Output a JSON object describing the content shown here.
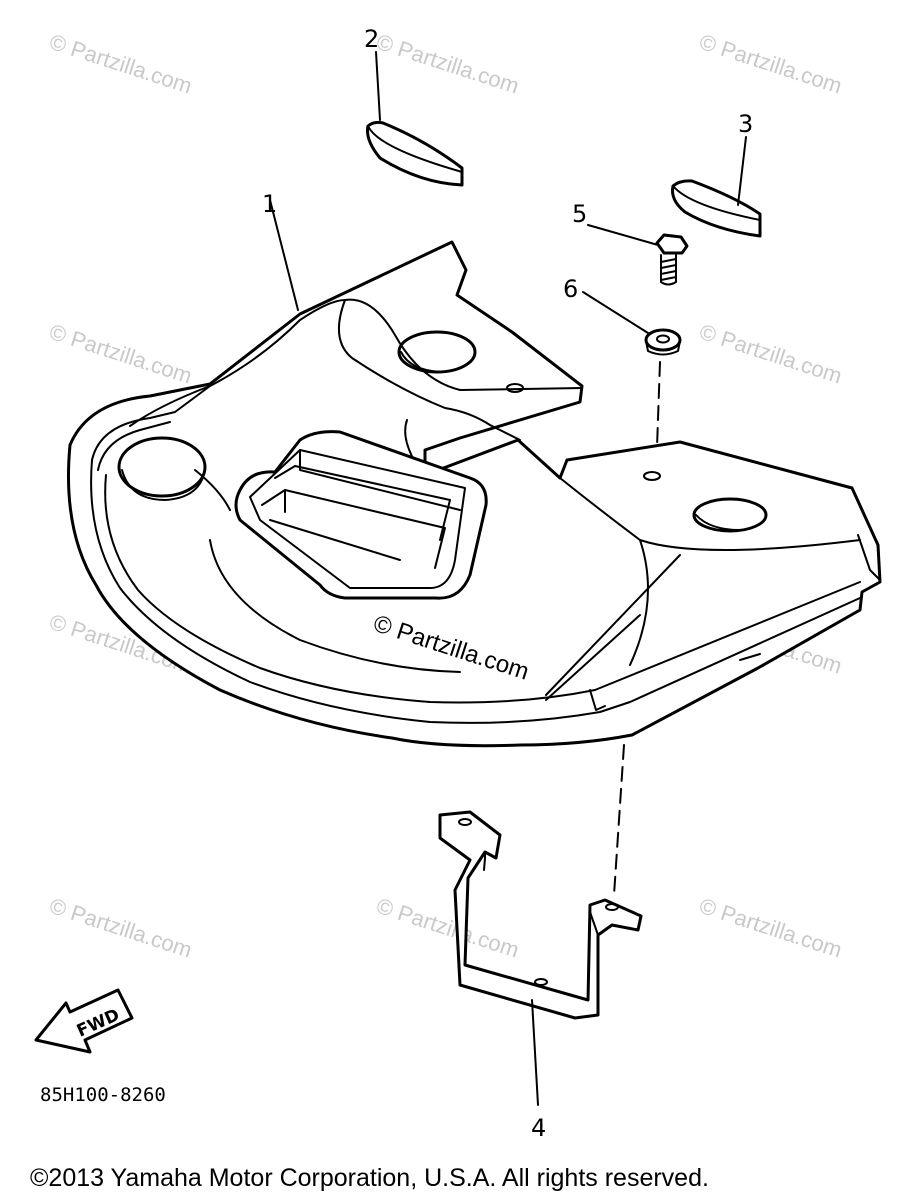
{
  "diagram": {
    "callouts": {
      "c1": "1",
      "c2": "2",
      "c3": "3",
      "c4": "4",
      "c5": "5",
      "c6": "6"
    },
    "part_code": "85H100-8260",
    "fwd_label": "FWD",
    "copyright": "©2013 Yamaha Motor Corporation, U.S.A. All rights reserved.",
    "watermark": "© Partzilla.com",
    "center_watermark": "© Partzilla.com"
  }
}
